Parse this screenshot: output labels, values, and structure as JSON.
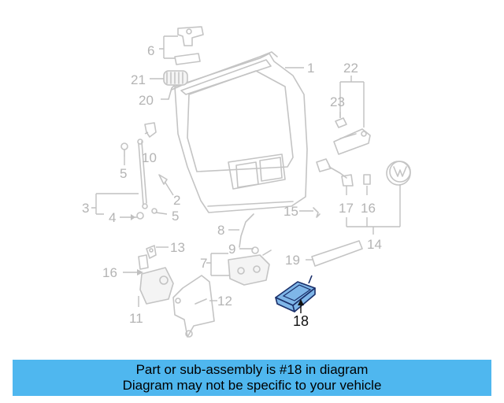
{
  "diagram": {
    "labels": {
      "n1": "1",
      "n2": "2",
      "n3": "3",
      "n4": "4",
      "n5a": "5",
      "n5b": "5",
      "n6": "6",
      "n7": "7",
      "n8": "8",
      "n9": "9",
      "n10": "10",
      "n11": "11",
      "n12": "12",
      "n13": "13",
      "n14": "14",
      "n15": "15",
      "n16a": "16",
      "n16b": "16",
      "n17": "17",
      "n18": "18",
      "n19": "19",
      "n20": "20",
      "n21": "21",
      "n22": "22",
      "n23": "23"
    },
    "highlighted_part": "18",
    "colors": {
      "highlight": "#7fb6e8",
      "highlight_outline": "#1a2f6a",
      "banner": "#4fb7ef",
      "line": "#c4c4c4"
    }
  },
  "banner": {
    "line1": "Part or sub-assembly is #18 in diagram",
    "line2": "Diagram may not be specific to your vehicle"
  }
}
